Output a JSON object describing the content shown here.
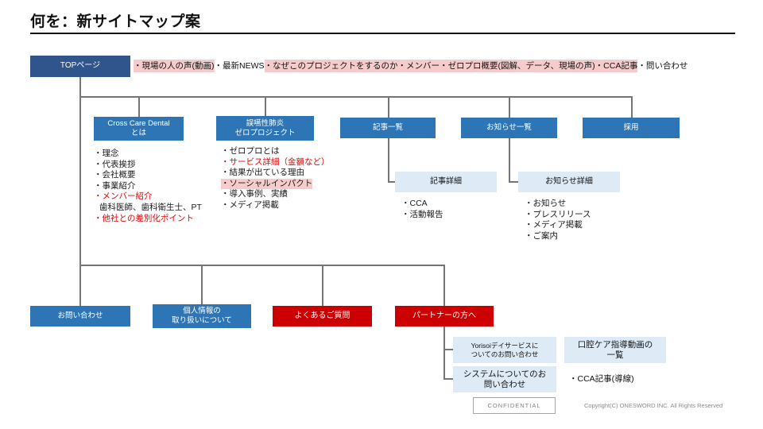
{
  "title": "何を：新サイトマップ案",
  "colors": {
    "navy": "#2F558C",
    "blue": "#2E75B6",
    "light_blue": "#DEEBF7",
    "red_box": "#CC0000",
    "red_text": "#E60000",
    "pink_highlight": "#F6CBCB",
    "line_gray": "#757575"
  },
  "top_page": {
    "label": "TOPページ"
  },
  "top_annotation": [
    {
      "text": "・現場の人の声(動画)",
      "highlight": true
    },
    {
      "text": "・最新NEWS",
      "highlight": false
    },
    {
      "text": "・なぜこのプロジェクトをするのか・メンバー・ゼロプロ概要(図解、データ、現場の声)・CCA記事",
      "highlight": true
    },
    {
      "text": "・問い合わせ",
      "highlight": false
    }
  ],
  "level2": {
    "ccd": {
      "label": "Cross Care Dental\nとは",
      "items": [
        {
          "text": "・理念"
        },
        {
          "text": "・代表挨拶"
        },
        {
          "text": "・会社概要"
        },
        {
          "text": "・事業紹介"
        },
        {
          "text": "・メンバー紹介"
        },
        {
          "text": "歯科医師、歯科衛生士、PT"
        },
        {
          "text": "・他社との差別化ポイント"
        }
      ]
    },
    "zeropro": {
      "label": "誤嚥性肺炎\nゼロプロジェクト",
      "items": [
        {
          "text": "・ゼロプロとは"
        },
        {
          "text": "・サービス詳細（金額など）"
        },
        {
          "text": "・結果が出ている理由"
        },
        {
          "text": "・ソーシャルインパクト"
        },
        {
          "text": "・導入事例、実績"
        },
        {
          "text": "・メディア掲載"
        }
      ]
    },
    "articles": {
      "label": "記事一覧"
    },
    "news": {
      "label": "お知らせ一覧"
    },
    "recruit": {
      "label": "採用"
    }
  },
  "level3": {
    "article_detail": {
      "label": "記事詳細",
      "items": [
        {
          "text": "・CCA"
        },
        {
          "text": "・活動報告"
        }
      ]
    },
    "news_detail": {
      "label": "お知らせ詳細",
      "items": [
        {
          "text": "・お知らせ"
        },
        {
          "text": "・プレスリリース"
        },
        {
          "text": "・メディア掲載"
        },
        {
          "text": "・ご案内"
        }
      ]
    }
  },
  "bottom_row": {
    "contact": {
      "label": "お問い合わせ"
    },
    "privacy": {
      "label": "個人情報の\n取り扱いについて"
    },
    "faq": {
      "label": "よくあるご質問"
    },
    "partner": {
      "label": "パートナーの方へ"
    }
  },
  "partner_children": {
    "yorisoi": {
      "label": "Yorisoiデイサービスに\nついてのお問い合わせ"
    },
    "oral_care": {
      "label": "口腔ケア指導動画の\n一覧"
    },
    "system": {
      "label": "システムについてのお\n問い合わせ"
    },
    "cca_note": "・CCA記事(導線)"
  },
  "footer": {
    "confidential": "CONFIDENTIAL",
    "copyright": "Copyright(C) ONESWORD INC. All Rights Reserved"
  }
}
